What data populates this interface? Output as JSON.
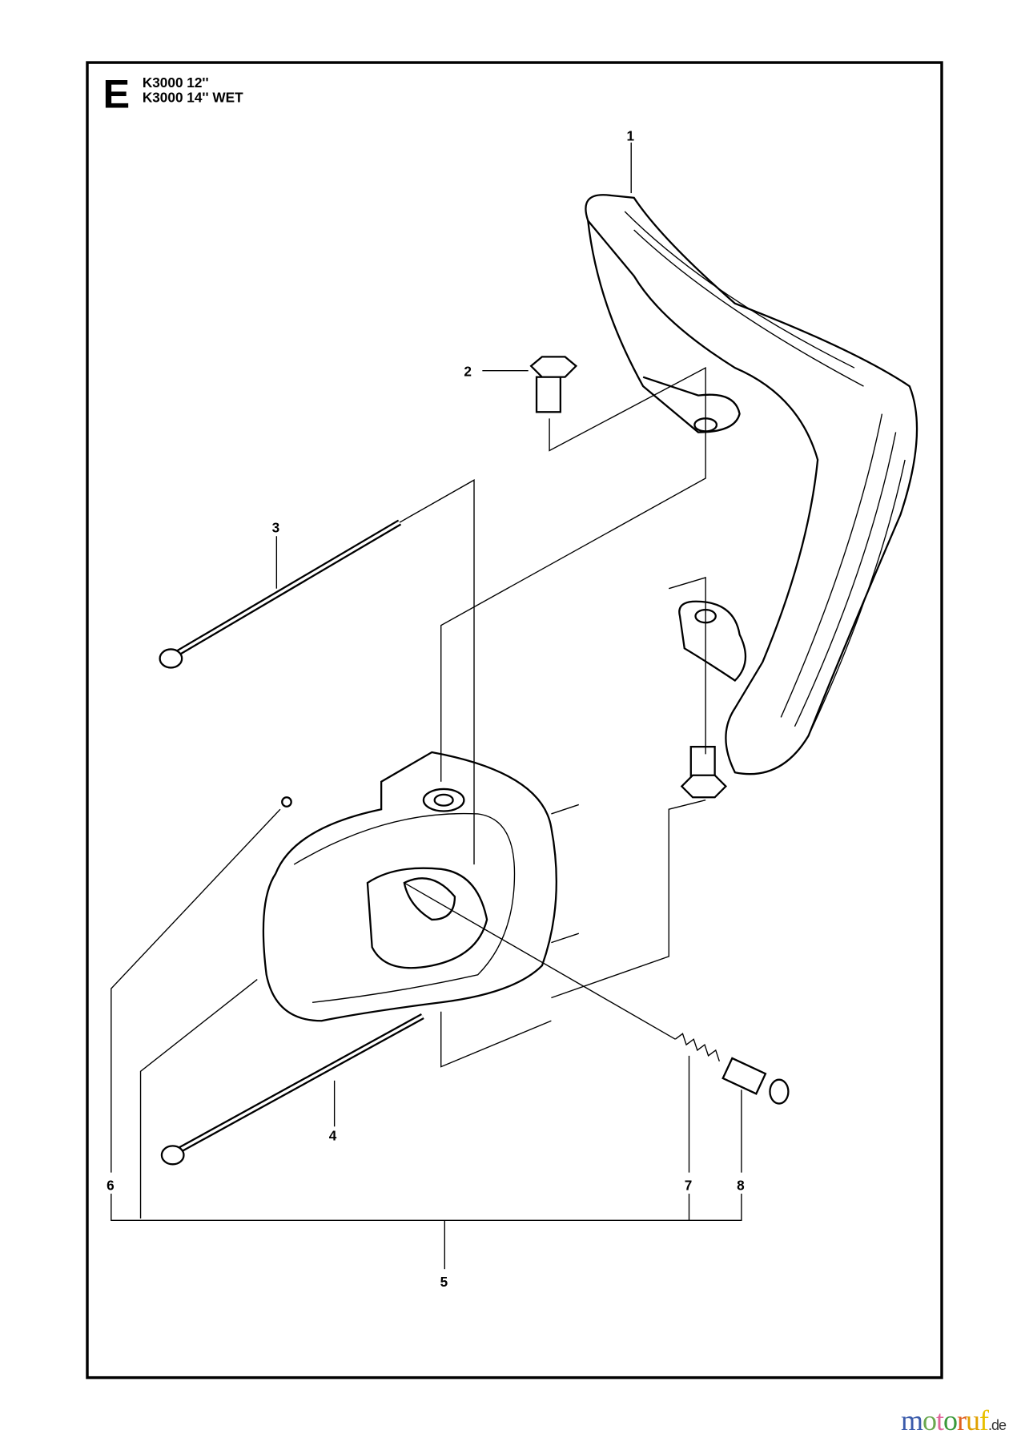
{
  "section_letter": "E",
  "models": [
    "K3000 12''",
    "K3000 14'' WET"
  ],
  "callouts": [
    "1",
    "2",
    "3",
    "4",
    "5",
    "6",
    "7",
    "8"
  ],
  "watermark": "motoruf.de"
}
